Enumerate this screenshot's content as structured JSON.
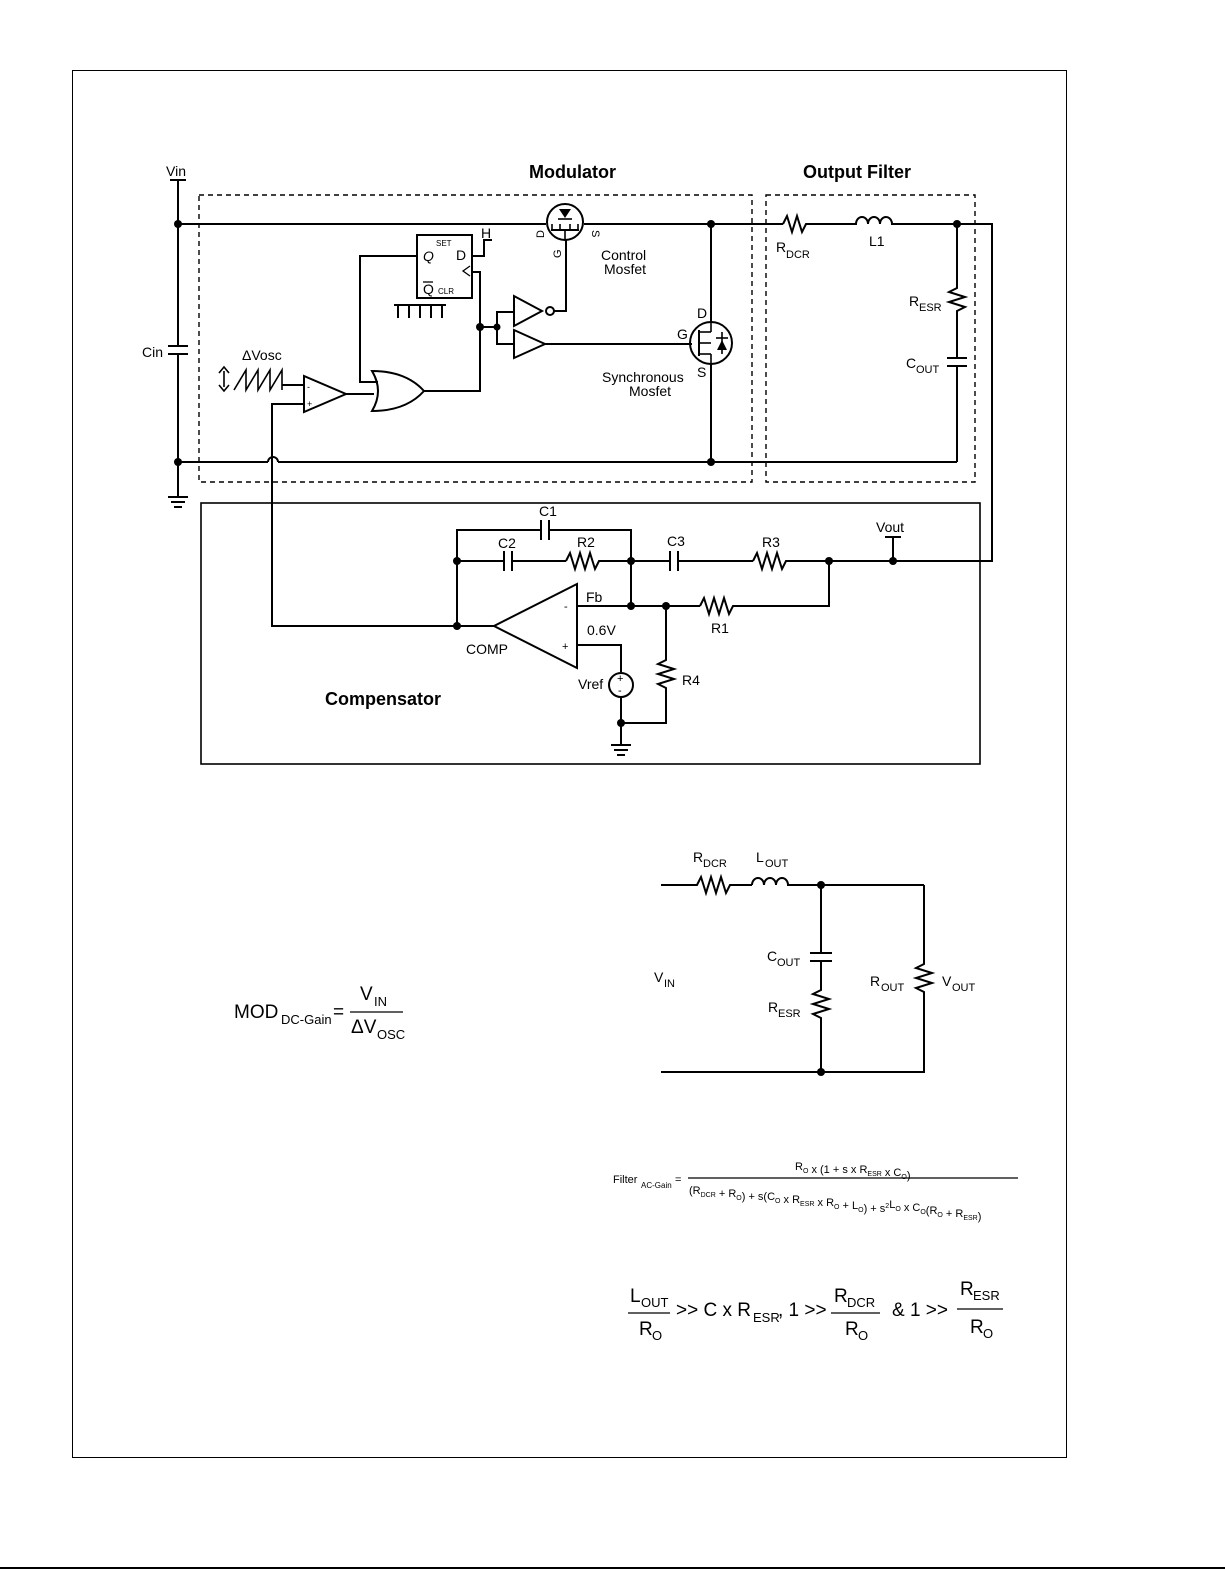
{
  "sections": {
    "modulator": "Modulator",
    "output_filter": "Output Filter",
    "compensator": "Compensator"
  },
  "labels": {
    "vin": "Vin",
    "cin": "Cin",
    "dvosc": "ΔVosc",
    "ff_set": "SET",
    "ff_q": "Q",
    "ff_d": "D",
    "ff_qbar": "Q",
    "ff_clr": "CLR",
    "ff_h": "H",
    "ctrl_d": "D",
    "ctrl_g": "G",
    "ctrl_s": "S",
    "control_mosfet_1": "Control",
    "control_mosfet_2": "Mosfet",
    "sync_d": "D",
    "sync_g": "G",
    "sync_s": "S",
    "sync_mosfet_1": "Synchronous",
    "sync_mosfet_2": "Mosfet",
    "comp_minus": "-",
    "comp_plus": "+",
    "rdcr_main": "R",
    "rdcr_sub": "DCR",
    "l1": "L1",
    "resr_main": "R",
    "resr_sub": "ESR",
    "cout_main": "C",
    "cout_sub": "OUT",
    "c1": "C1",
    "c2": "C2",
    "r2": "R2",
    "c3": "C3",
    "r3": "R3",
    "vout": "Vout",
    "fb": "Fb",
    "r1": "R1",
    "v06": "0.6V",
    "comp": "COMP",
    "r4": "R4",
    "vref": "Vref",
    "ea_minus": "-",
    "ea_plus": "+"
  },
  "filter_schematic": {
    "rdcr_main": "R",
    "rdcr_sub": "DCR",
    "lout_main": "L",
    "lout_sub": "OUT",
    "cout_main": "C",
    "cout_sub": "OUT",
    "resr_main": "R",
    "resr_sub": "ESR",
    "rout_main": "R",
    "rout_sub": "OUT",
    "vout_main": "V",
    "vout_sub": "OUT",
    "vin_main": "V",
    "vin_sub": "IN"
  },
  "eq_mod": {
    "lhs_main": "MOD",
    "lhs_sub": "DC-Gain",
    "eq": "=",
    "num_main": "V",
    "num_sub": "IN",
    "den_main": "ΔV",
    "den_sub": "OSC"
  },
  "eq_filter": {
    "lhs_main": "Filter",
    "lhs_sub": "AC-Gain",
    "eq": "=",
    "numerator": "R",
    "num_html": [
      "R",
      "O",
      " x (1 + s x R",
      "ESR",
      " x C",
      "O",
      ")"
    ],
    "den_html": [
      "(R",
      "DCR",
      " + R",
      "O",
      ") + s(C",
      "O",
      " x R",
      "ESR",
      " x R",
      "O",
      " + L",
      "O",
      ") + s",
      "2",
      "L",
      "O",
      " x C",
      "O",
      "(R",
      "O",
      " + R",
      "ESR",
      ")"
    ]
  },
  "eq_cond": {
    "f1_num_main": "L",
    "f1_num_sub": "OUT",
    "f1_den_main": "R",
    "f1_den_sub": "O",
    "mid1": ">> C x R",
    "mid1_sub": "ESR",
    "mid1_tail": ", 1 >>",
    "f2_num_main": "R",
    "f2_num_sub": "DCR",
    "f2_den_main": "R",
    "f2_den_sub": "O",
    "mid2": "& 1 >>",
    "f3_num_main": "R",
    "f3_num_sub": "ESR",
    "f3_den_main": "R",
    "f3_den_sub": "O"
  }
}
